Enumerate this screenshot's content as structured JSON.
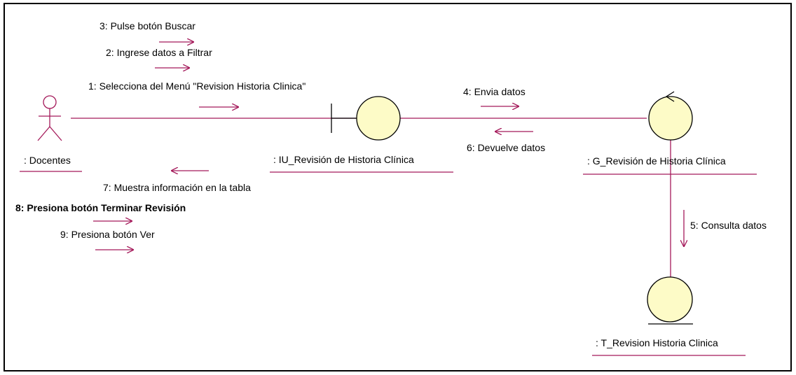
{
  "colors": {
    "line": "#a4195a",
    "object_fill": "#fdfbc7",
    "object_stroke": "#000000",
    "frame": "#000000"
  },
  "objects": {
    "actor": {
      "label": ": Docentes",
      "kind": "actor"
    },
    "boundary": {
      "label": ": IU_Revisión de Historia Clínica",
      "kind": "boundary"
    },
    "control": {
      "label": ": G_Revisión de Historia Clínica",
      "kind": "control"
    },
    "entity": {
      "label": ": T_Revision Historia Clinica",
      "kind": "entity"
    }
  },
  "messages": {
    "m1": "1: Selecciona del Menú \"Revision Historia Clinica\"",
    "m2": "2: Ingrese datos a Filtrar",
    "m3": "3: Pulse botón Buscar",
    "m4": "4: Envia datos",
    "m5": "5: Consulta datos",
    "m6": "6: Devuelve datos",
    "m7": "7: Muestra información en la tabla",
    "m8": "8: Presiona botón Terminar Revisión",
    "m9": "9: Presiona botón Ver"
  }
}
